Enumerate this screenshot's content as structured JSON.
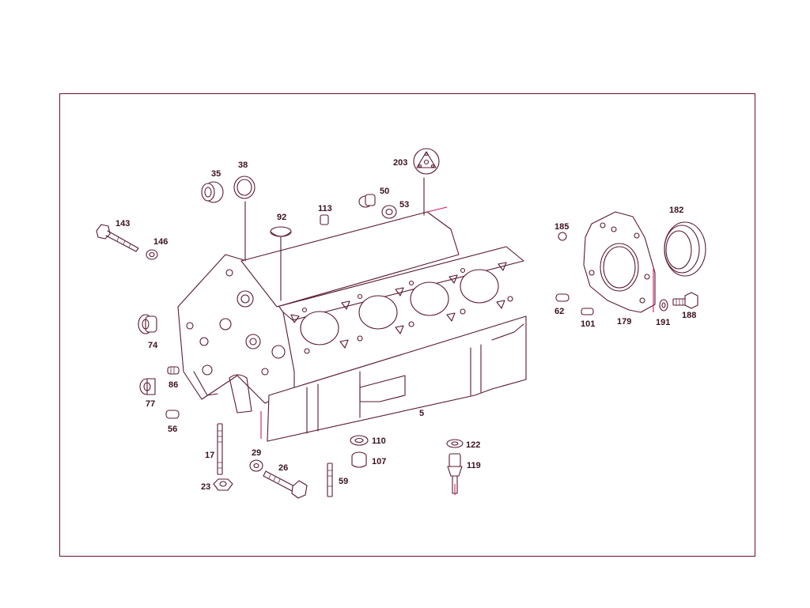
{
  "diagram": {
    "type": "exploded-parts-diagram",
    "colors": {
      "line": "#5a1a2e",
      "accent": "#d21a6a",
      "frame": "#6a1030",
      "text": "#3a1020"
    },
    "labels": {
      "p5": "5",
      "p17": "17",
      "p23": "23",
      "p26": "26",
      "p29": "29",
      "p35": "35",
      "p38": "38",
      "p50": "50",
      "p53": "53",
      "p56": "56",
      "p59": "59",
      "p62": "62",
      "p74": "74",
      "p77": "77",
      "p86": "86",
      "p92": "92",
      "p101": "101",
      "p107": "107",
      "p110": "110",
      "p113": "113",
      "p119": "119",
      "p122": "122",
      "p143": "143",
      "p146": "146",
      "p179": "179",
      "p182": "182",
      "p185": "185",
      "p188": "188",
      "p191": "191",
      "p203": "203"
    }
  }
}
